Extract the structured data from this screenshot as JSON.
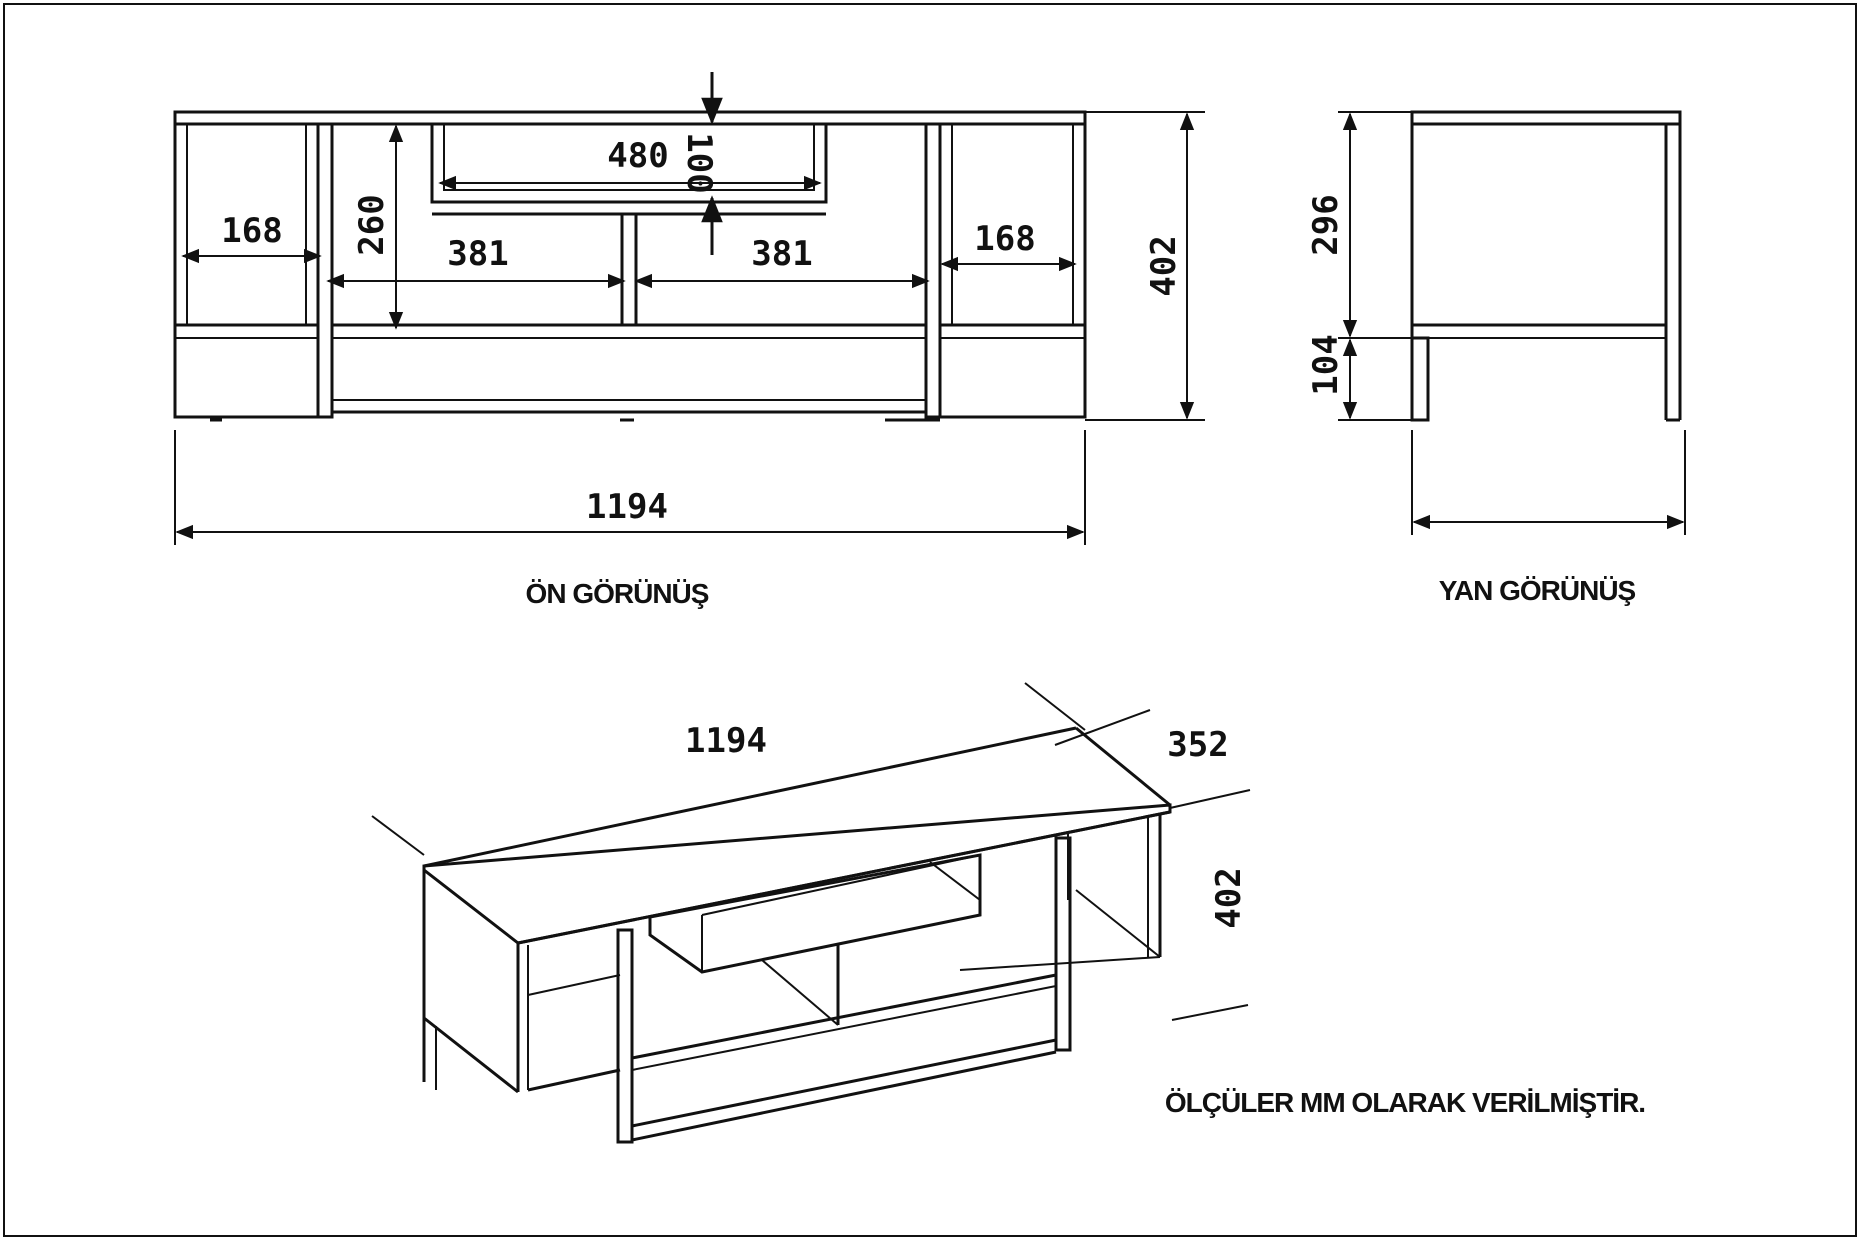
{
  "front_view": {
    "caption": "ÖN GÖRÜNÜŞ",
    "dims": {
      "left_bay_width": "168",
      "right_bay_width": "168",
      "shelf_height": "260",
      "center_left_width": "381",
      "center_right_width": "381",
      "drawer_width": "480",
      "drawer_height": "100",
      "total_height": "402",
      "total_width": "1194"
    }
  },
  "side_view": {
    "caption": "YAN GÖRÜNÜŞ",
    "dims": {
      "upper_height": "296",
      "leg_height": "104"
    }
  },
  "perspective_view": {
    "dims": {
      "width": "1194",
      "depth": "352",
      "height": "402"
    }
  },
  "note": "ÖLÇÜLER MM OLARAK VERİLMİŞTİR.",
  "colors": {
    "ink": "#111111",
    "background": "#ffffff"
  }
}
